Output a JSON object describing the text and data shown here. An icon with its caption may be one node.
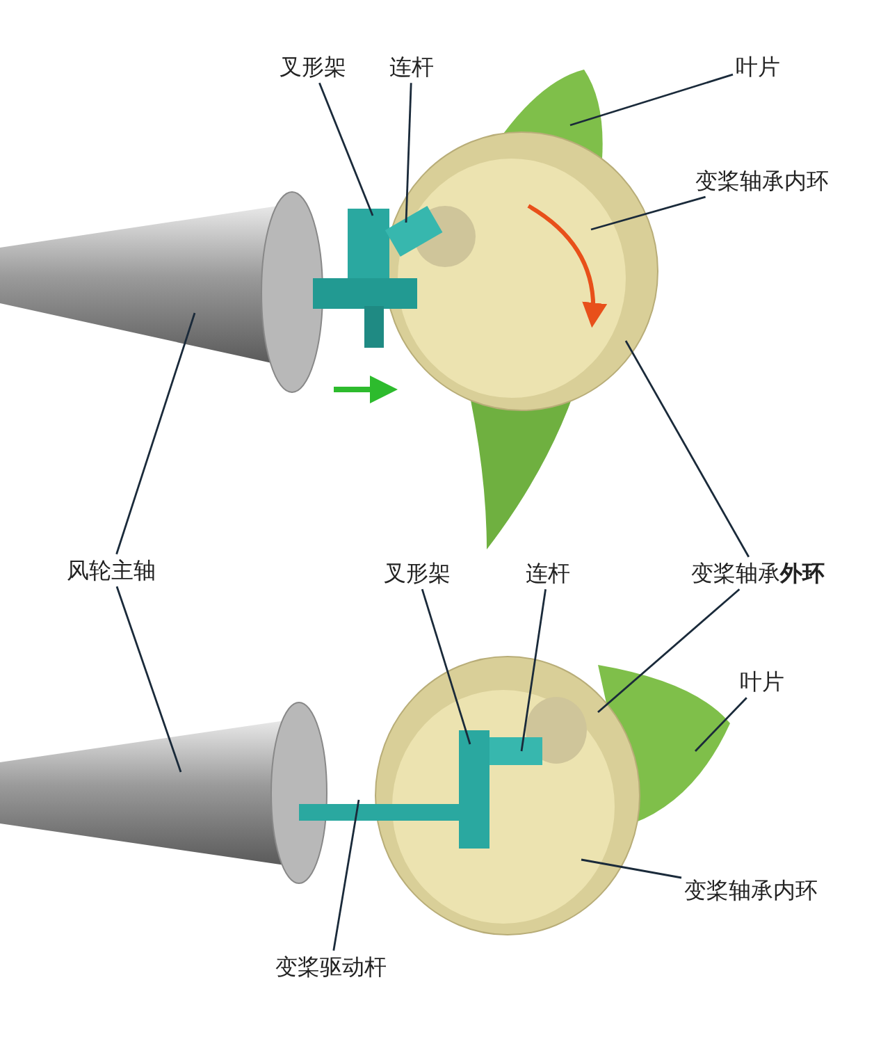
{
  "diagram": {
    "nodes": [
      {
        "text": [
          "叉形架"
        ]
      },
      {
        "text": [
          "连杆"
        ]
      },
      {
        "text": [
          "叶片"
        ]
      },
      {
        "text": [
          "变桨轴承内环"
        ]
      },
      {
        "text": [
          "风轮主轴"
        ]
      },
      {
        "text": [
          "叉形架"
        ]
      },
      {
        "text": [
          "连杆"
        ]
      },
      {
        "text": [
          "变桨轴承**外环**"
        ]
      },
      {
        "text": [
          "叶片"
        ]
      },
      {
        "text": [
          "变桨轴承内环"
        ]
      },
      {
        "text": [
          "变桨驱动杆"
        ]
      }
    ],
    "edges": [
      {
        "from": 0,
        "to": null,
        "arrow": "none"
      },
      {
        "from": 1,
        "to": null,
        "arrow": "none"
      },
      {
        "from": 2,
        "to": null,
        "arrow": "none"
      },
      {
        "from": 3,
        "to": null,
        "arrow": "none"
      },
      {
        "from": 4,
        "to": null,
        "arrow": "none"
      },
      {
        "from": 4,
        "to": null,
        "arrow": "none"
      },
      {
        "from": 5,
        "to": null,
        "arrow": "none"
      },
      {
        "from": 6,
        "to": null,
        "arrow": "none"
      },
      {
        "from": 7,
        "to": null,
        "arrow": "none"
      },
      {
        "from": 7,
        "to": null,
        "arrow": "none"
      },
      {
        "from": 8,
        "to": null,
        "arrow": "none"
      },
      {
        "from": 9,
        "to": null,
        "arrow": "none"
      },
      {
        "from": 10,
        "to": null,
        "arrow": "none"
      }
    ]
  }
}
